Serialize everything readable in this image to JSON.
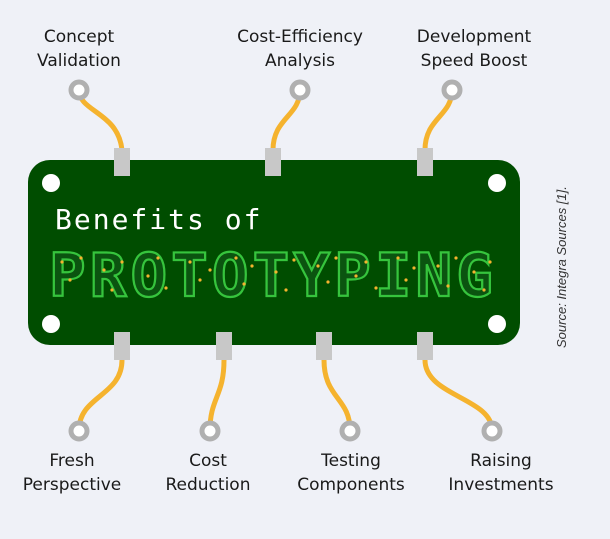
{
  "title_line1": "Benefits of",
  "title_line2": "PROTOTYPING",
  "source": "Source: Integra Sources [1].",
  "top_labels": [
    {
      "line1": "Concept",
      "line2": "Validation"
    },
    {
      "line1": "Cost-Efficiency",
      "line2": "Analysis"
    },
    {
      "line1": "Development",
      "line2": "Speed Boost"
    }
  ],
  "bottom_labels": [
    {
      "line1": "Fresh",
      "line2": "Perspective"
    },
    {
      "line1": "Cost",
      "line2": "Reduction"
    },
    {
      "line1": "Testing",
      "line2": "Components"
    },
    {
      "line1": "Raising",
      "line2": "Investments"
    }
  ],
  "colors": {
    "board": "#004d00",
    "pin": "#c8c8c8",
    "wire": "#f7b733",
    "pad": "#b0b0b0",
    "background": "#eff1f7"
  }
}
